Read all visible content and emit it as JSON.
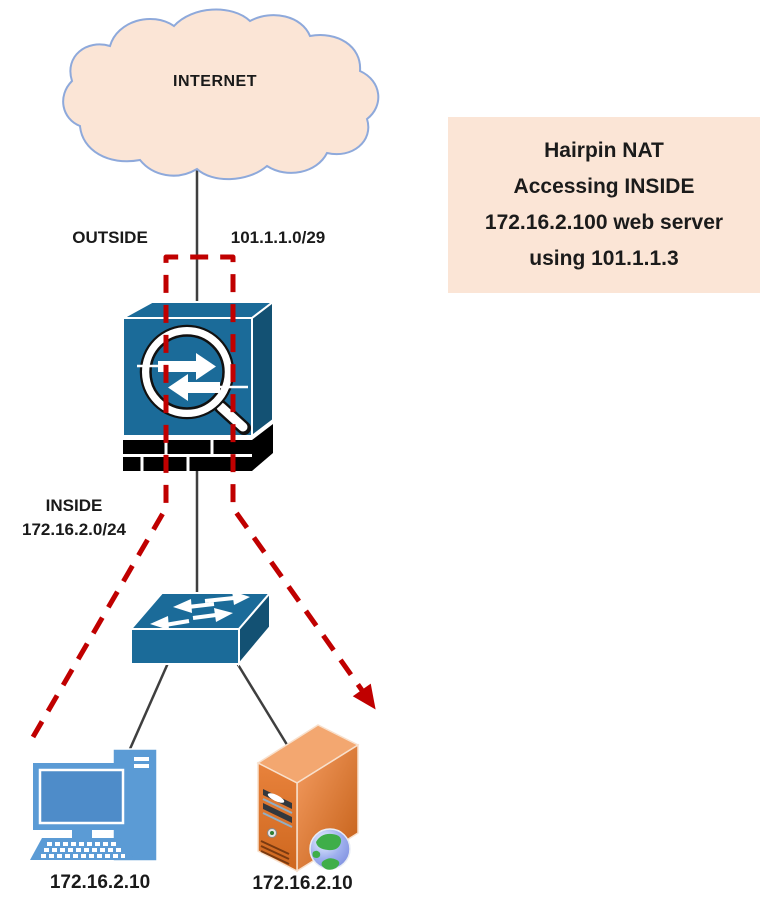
{
  "diagram": {
    "internet_label": "INTERNET",
    "outside": {
      "label": "OUTSIDE",
      "subnet": "101.1.1.0/29"
    },
    "inside": {
      "label": "INSIDE",
      "subnet": "172.16.2.0/24"
    },
    "pc": {
      "ip": "172.16.2.10"
    },
    "server": {
      "ip": "172.16.2.10"
    },
    "note": {
      "lines": [
        "Hairpin NAT",
        "Accessing INSIDE",
        "172.16.2.100 web server",
        "using 101.1.1.3"
      ]
    },
    "icons": {
      "cloud": "internet-cloud-icon",
      "firewall": "asa-firewall-icon",
      "magnifier": "magnifier-icon",
      "switch": "lan-switch-icon",
      "workstation": "desktop-pc-icon",
      "server": "web-server-icon",
      "globe": "globe-icon",
      "flow": "hairpin-nat-flow-arrow"
    },
    "colors": {
      "cloud_fill": "#FBE5D6",
      "cloud_stroke": "#8EA9DB",
      "note_bg": "#FBE5D6",
      "device_blue": "#1B6B99",
      "device_blue_dark": "#135173",
      "pc_blue": "#5B9BD5",
      "server_orange": "#E07A33",
      "flow_red": "#C00000",
      "link_gray": "#3F3F3F"
    }
  }
}
